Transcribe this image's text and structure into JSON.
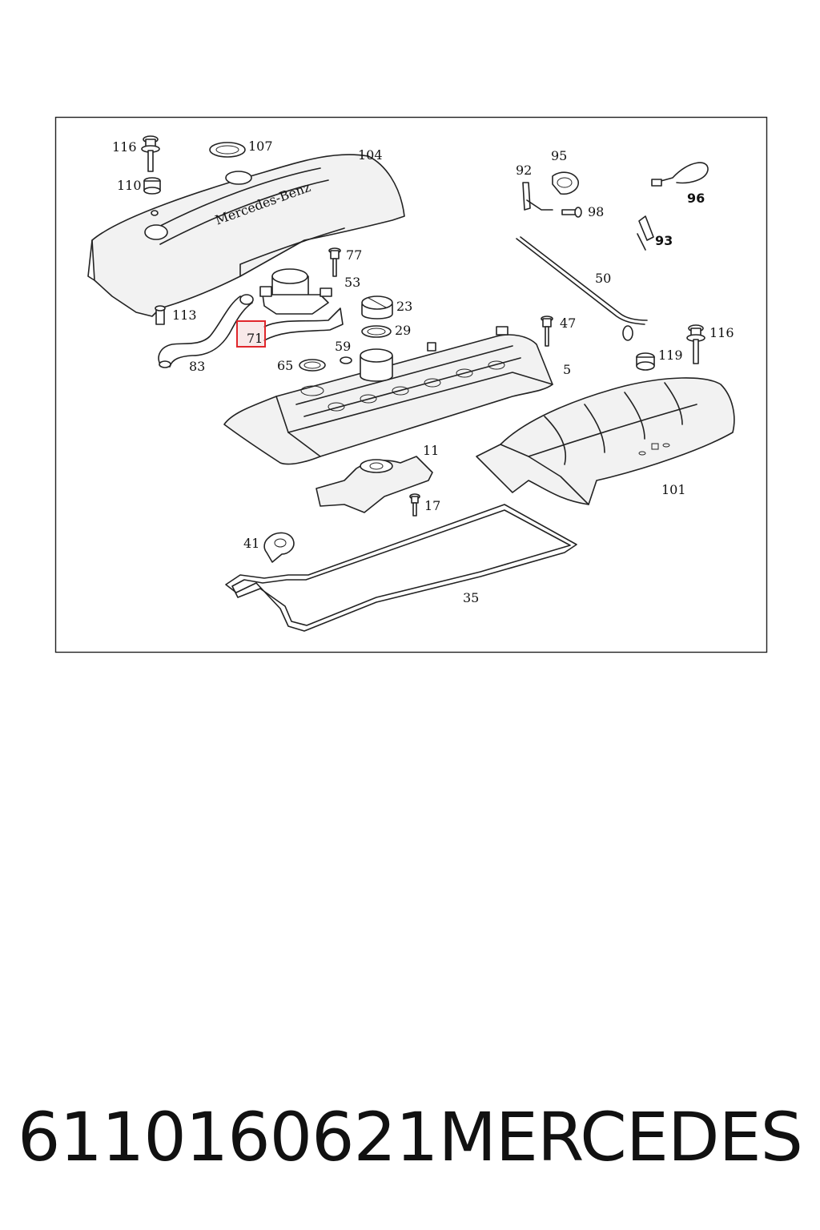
{
  "labels": {
    "p116a": "116",
    "p107": "107",
    "p104": "104",
    "p110": "110",
    "p113": "113",
    "p83": "83",
    "p77": "77",
    "p53": "53",
    "p23": "23",
    "p29": "29",
    "p71": "71",
    "p59": "59",
    "p65": "65",
    "p92": "92",
    "p95": "95",
    "p98": "98",
    "p96": "96",
    "p93": "93",
    "p50": "50",
    "p47": "47",
    "p116b": "116",
    "p119": "119",
    "p5": "5",
    "p11": "11",
    "p17": "17",
    "p101": "101",
    "p41": "41",
    "p35": "35"
  },
  "logo_text": "Mercedes-Benz",
  "highlighted_part": "71",
  "highlight_color": "#e0262b",
  "caption": {
    "part_number": "6110160621",
    "brand": "MERCEDES"
  }
}
